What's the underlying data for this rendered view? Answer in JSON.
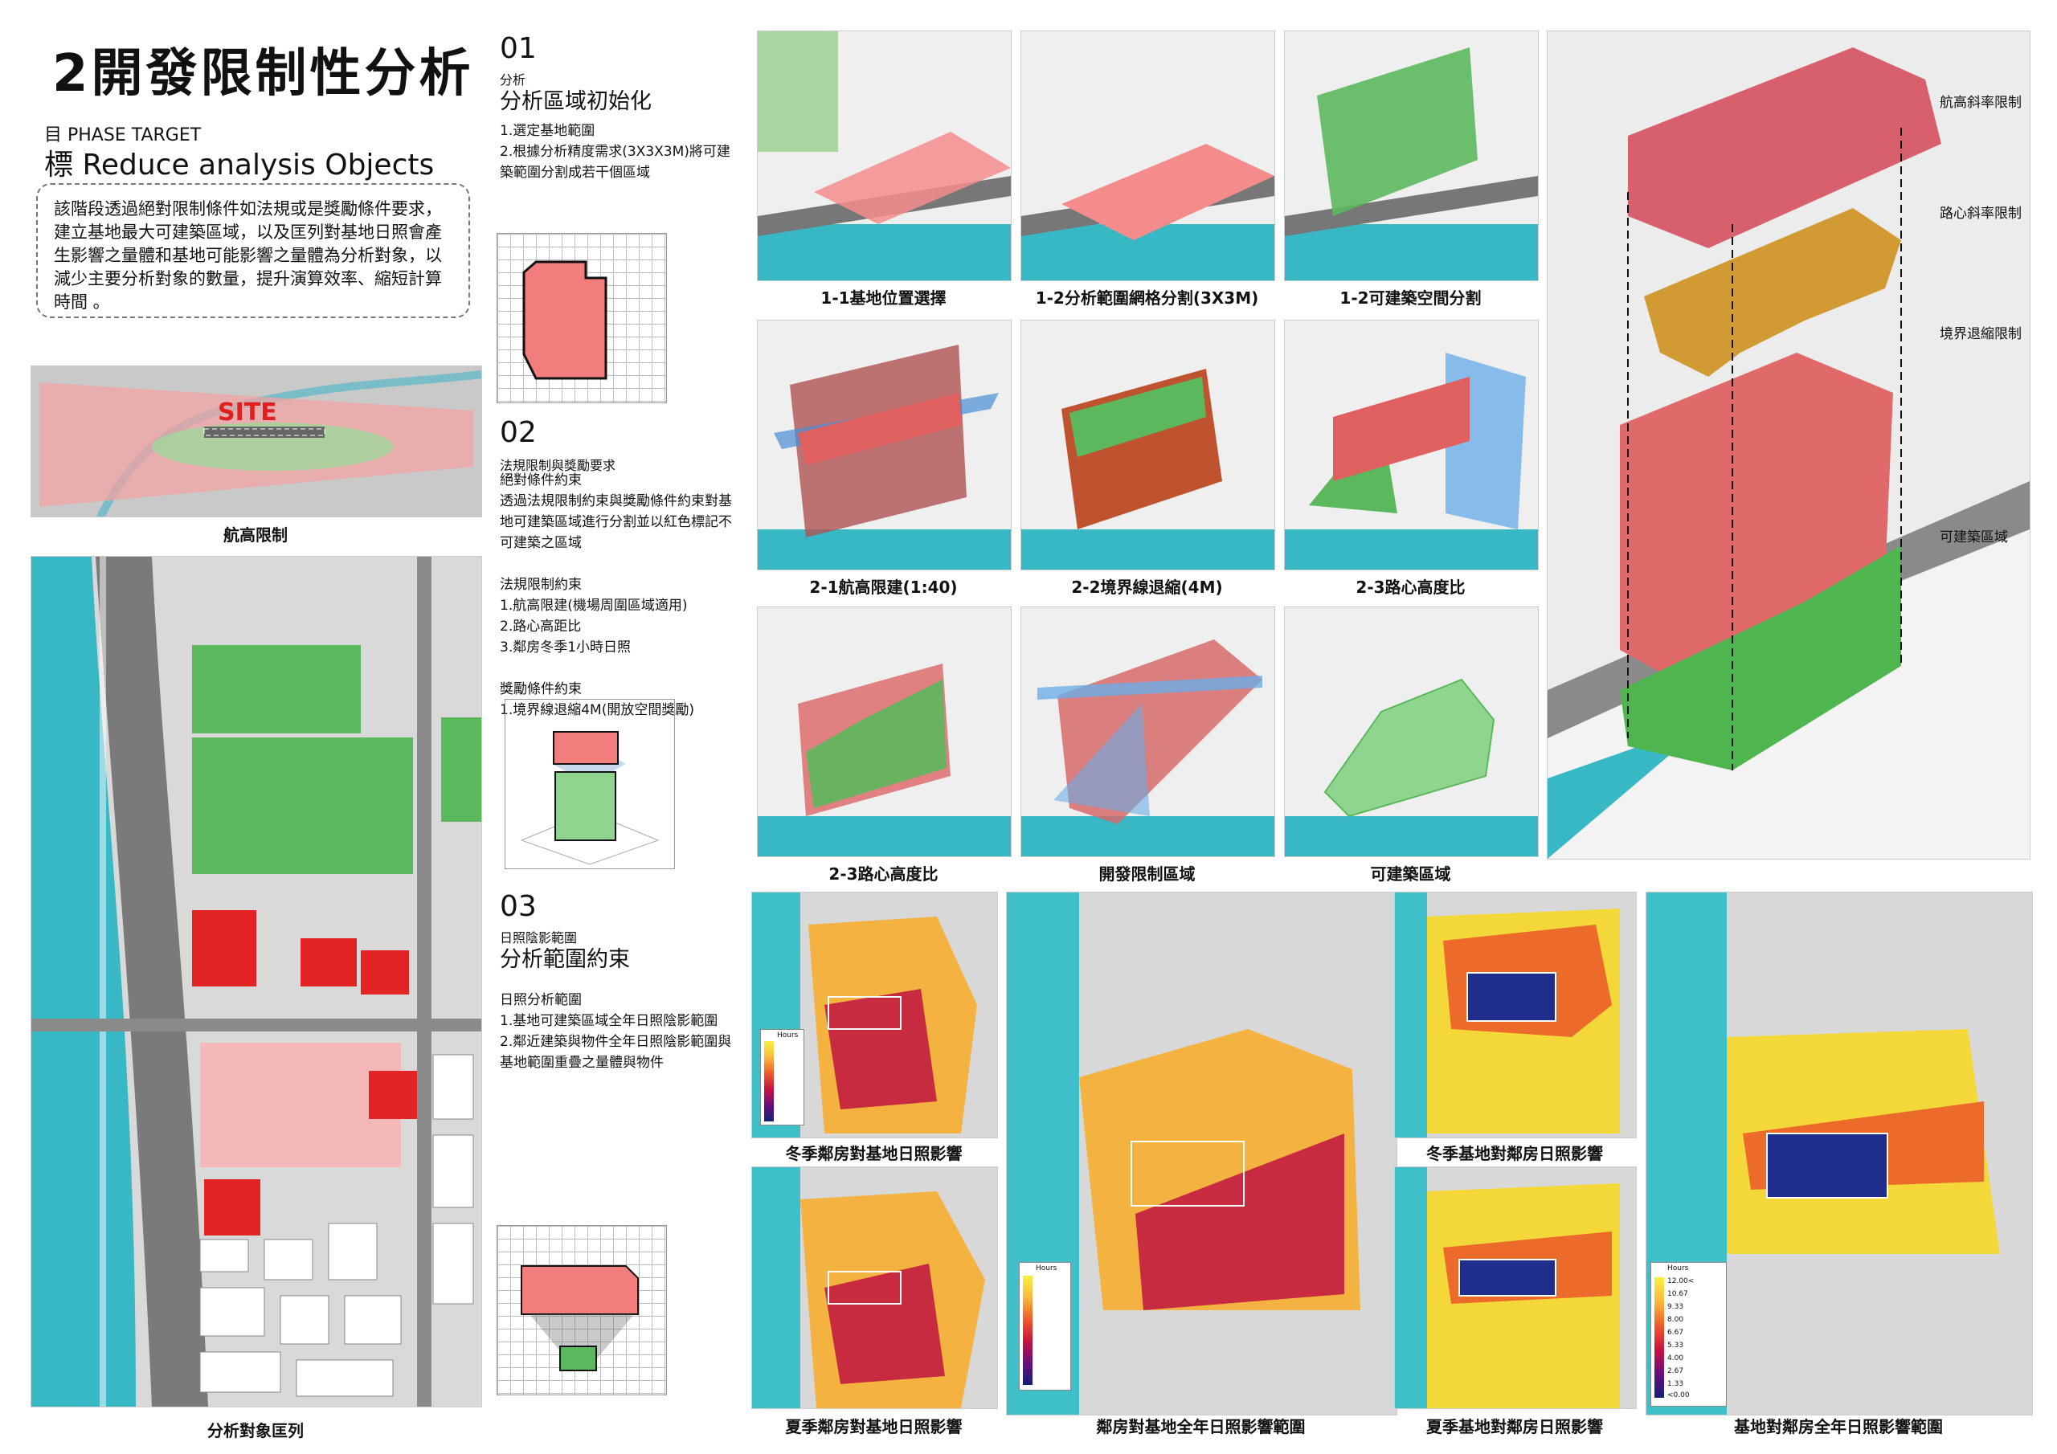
{
  "header": {
    "title": "2開發限制性分析",
    "phase_small": "目  PHASE TARGET",
    "phase_big": "標  Reduce analysis Objects",
    "intro": "該階段透過絕對限制條件如法規或是獎勵條件要求，建立基地最大可建築區域，以及匡列對基地日照會產生影響之量體和基地可能影響之量體為分析對象，以減少主要分析對象的數量，提升演算效率、縮短計算時間 。"
  },
  "left": {
    "height_map_caption": "航高限制",
    "site_label": "SITE",
    "target_caption": "分析對象匡列"
  },
  "steps": [
    {
      "num": "01",
      "sub": "分析",
      "head": "分析區域初始化",
      "body": "1.選定基地範圍\n2.根據分析精度需求(3X3X3M)將可建築範圍分割成若干個區域"
    },
    {
      "num": "02",
      "sub": "法規限制與獎勵要求",
      "head": "絕對條件約束",
      "body": "透過法規限制約束與獎勵條件約束對基地可建築區域進行分割並以紅色標記不可建築之區域\n\n法規限制約束\n1.航高限建(機場周圍區域適用)\n2.路心高距比\n3.鄰房冬季1小時日照\n\n獎勵條件約束\n1.境界線退縮4M(開放空間獎勵)"
    },
    {
      "num": "03",
      "sub": "日照陰影範圍",
      "head": "分析範圍約束",
      "body": "日照分析範圍\n1.基地可建築區域全年日照陰影範圍\n2.鄰近建築與物件全年日照陰影範圍與基地範圍重疊之量體與物件"
    }
  ],
  "grid_captions": [
    "1-1基地位置選擇",
    "1-2分析範圍網格分割(3X3M)",
    "1-2可建築空間分割",
    "2-1航高限建(1:40)",
    "2-2境界線退縮(4M)",
    "2-3路心高度比",
    "2-3路心高度比",
    "開發限制區域",
    "可建築區域"
  ],
  "explode_labels": [
    "航高斜率限制",
    "路心斜率限制",
    "境界退縮限制",
    "可建築區域"
  ],
  "sun_captions": [
    "冬季鄰房對基地日照影響",
    "夏季鄰房對基地日照影響",
    "鄰房對基地全年日照影響範圍",
    "冬季基地對鄰房日照影響",
    "夏季基地對鄰房日照影響",
    "基地對鄰房全年日照影響範圍"
  ],
  "legend": {
    "title": "Hours",
    "ticks": [
      "12.00<",
      "10.67",
      "9.33",
      "8.00",
      "6.67",
      "5.33",
      "4.00",
      "2.67",
      "1.33",
      "<0.00"
    ]
  },
  "colors": {
    "site_red": "#e74c4c",
    "green": "#5cb85c",
    "water": "#3cb6c4",
    "orange": "#d99a2e"
  }
}
